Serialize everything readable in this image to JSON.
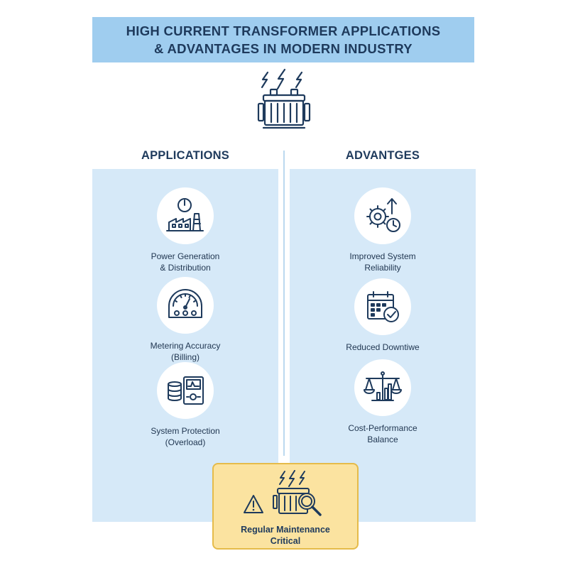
{
  "header": {
    "title_line1": "HIGH CURRENT TRANSFORMER APPLICATIONS",
    "title_line2": "& ADVANTAGES IN MODERN INDUSTRY",
    "icon": "transformer-lightning-icon"
  },
  "applications": {
    "title": "APPLICATIONS",
    "items": [
      {
        "line1": "Power Generation",
        "line2": "& Distribution",
        "icon": "power-plant-icon"
      },
      {
        "line1": "Metering Accuracy",
        "line2": "(Billing)",
        "icon": "meter-gauge-icon"
      },
      {
        "line1": "System Protection",
        "line2": "(Overload)",
        "icon": "protection-device-icon"
      }
    ]
  },
  "advantages": {
    "title": "ADVANTGES",
    "items": [
      {
        "line1": "Improved System",
        "line2": "Reliability",
        "icon": "gear-clock-icon"
      },
      {
        "line1": "Reduced Downtiwe",
        "line2": "",
        "icon": "calendar-check-icon"
      },
      {
        "line1": "Cost-Performance",
        "line2": "Balance",
        "icon": "balance-scale-icon"
      }
    ]
  },
  "callout": {
    "line1": "Regular Maintenance",
    "line2": "Critical",
    "icons": [
      "warning-icon",
      "transformer-inspection-icon"
    ]
  },
  "colors": {
    "banner": "#9fcdef",
    "panel": "#d6e9f8",
    "text": "#1e3a5c",
    "callout": "#fbe3a0",
    "callout_border": "#e5bb4a"
  }
}
